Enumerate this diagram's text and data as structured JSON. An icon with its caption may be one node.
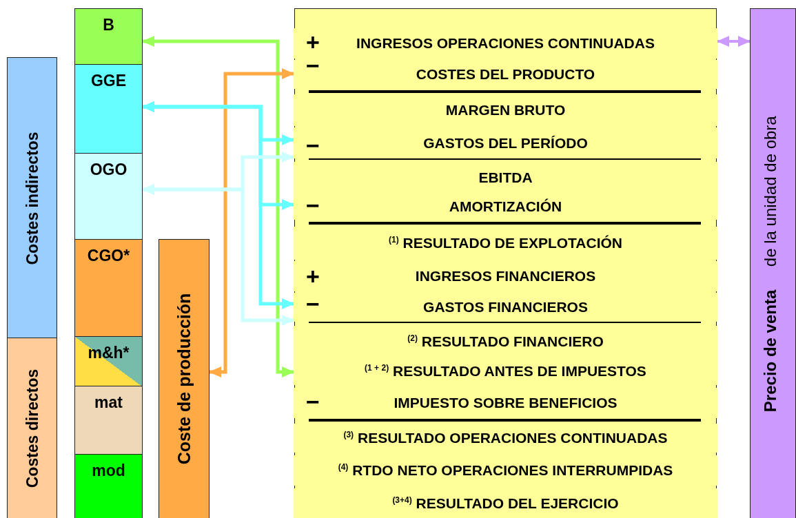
{
  "diagram": {
    "nodes": [
      {
        "text": [
          "Costes indirectos"
        ]
      },
      {
        "text": [
          "Costes directos"
        ]
      },
      {
        "text": [
          "B"
        ]
      },
      {
        "text": [
          "GGE"
        ]
      },
      {
        "text": [
          "OGO"
        ]
      },
      {
        "text": [
          "CGO*"
        ]
      },
      {
        "text": [
          "m&h*"
        ]
      },
      {
        "text": [
          "mat"
        ]
      },
      {
        "text": [
          "mod"
        ]
      },
      {
        "text": [
          "Coste de producción"
        ]
      },
      {
        "text": [],
        "shape": "box"
      },
      {
        "text": [
          "+",
          "INGRESOS OPERACIONES CONTINUADAS"
        ],
        "in": 10
      },
      {
        "text": [
          "−",
          "COSTES DEL PRODUCTO"
        ],
        "in": 10
      },
      {
        "text": [
          "MARGEN BRUTO"
        ],
        "in": 10
      },
      {
        "text": [
          "−",
          "GASTOS DEL PERÍODO"
        ],
        "in": 10
      },
      {
        "text": [
          "EBITDA"
        ],
        "in": 10
      },
      {
        "text": [
          "−",
          "AMORTIZACIÓN"
        ],
        "in": 10
      },
      {
        "text": [
          "$^{(1)}$ RESULTADO DE EXPLOTACIÓN"
        ],
        "in": 10
      },
      {
        "text": [
          "+",
          "INGRESOS FINANCIEROS"
        ],
        "in": 10
      },
      {
        "text": [
          "−",
          "GASTOS FINANCIEROS"
        ],
        "in": 10
      },
      {
        "text": [
          "$^{(2)}$ RESULTADO FINANCIERO"
        ],
        "in": 10
      },
      {
        "text": [
          "$^{(1 + 2)}$ RESULTADO ANTES DE IMPUESTOS"
        ],
        "in": 10
      },
      {
        "text": [
          "−",
          "IMPUESTO SOBRE BENEFICIOS"
        ],
        "in": 10
      },
      {
        "text": [
          "$^{(3)}$ RESULTADO OPERACIONES CONTINUADAS"
        ],
        "in": 10
      },
      {
        "text": [
          "$^{(4)}$ RTDO NETO OPERACIONES INTERRUMPIDAS"
        ],
        "in": 10
      },
      {
        "text": [
          "$^{(3+4)}$ RESULTADO DEL EJERCICIO"
        ],
        "in": 10
      },
      {
        "text": [
          "Precio de venta",
          "de la unidad de obra"
        ]
      }
    ],
    "edges": [
      {
        "from": 2,
        "to": 21,
        "arrow": "both",
        "color": "#99ff55"
      },
      {
        "from": 9,
        "to": 12,
        "arrow": "both",
        "color": "#ffaa44"
      },
      {
        "from": 3,
        "to": 14,
        "arrow": "both",
        "color": "#66ffff"
      },
      {
        "from": 3,
        "to": 16,
        "arrow": "both",
        "color": "#66ffff"
      },
      {
        "from": 3,
        "to": 19,
        "arrow": "both",
        "color": "#66ffff"
      },
      {
        "from": 4,
        "to": 14,
        "arrow": "both",
        "color": "#ccffff"
      },
      {
        "from": 4,
        "to": 19,
        "arrow": "both",
        "color": "#ccffff"
      },
      {
        "from": 11,
        "to": 26,
        "arrow": "both",
        "color": "#cc99ff"
      }
    ]
  }
}
